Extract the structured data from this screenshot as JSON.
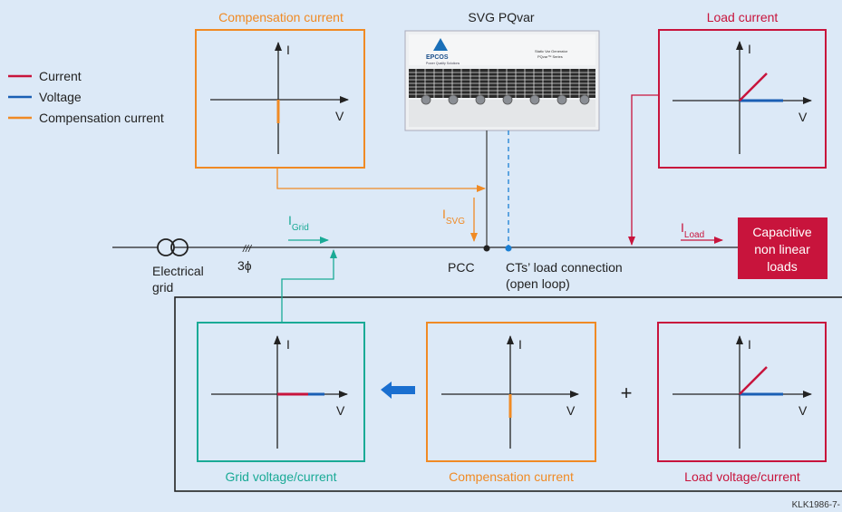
{
  "colors": {
    "background": "#dce9f7",
    "current": "#c8143c",
    "voltage": "#1a5fb4",
    "compensation": "#f08a24",
    "grid": "#1aaa96",
    "load_box": "#c8143c",
    "frame": "#222222"
  },
  "legend": {
    "current": "Current",
    "voltage": "Voltage",
    "compensation": "Compensation current"
  },
  "svg_device": {
    "title": "SVG PQvar",
    "brand": "EPCOS",
    "brand_sub": "Power Quality Solutions",
    "product": "Static Var Generator",
    "series": "PQvar™ Series"
  },
  "top_compensation": {
    "title": "Compensation current",
    "i_label": "I",
    "v_label": "V"
  },
  "top_load": {
    "title": "Load current",
    "i_label": "I",
    "v_label": "V"
  },
  "line": {
    "electrical_grid_1": "Electrical",
    "electrical_grid_2": "grid",
    "phase": "3ϕ",
    "phase_marks": "///",
    "i_grid": "I",
    "i_grid_sub": "Grid",
    "i_svg": "I",
    "i_svg_sub": "SVG",
    "i_load": "I",
    "i_load_sub": "Load",
    "pcc": "PCC",
    "cts_1": "CTs’ load connection",
    "cts_2": "(open loop)"
  },
  "load_block": {
    "line1": "Capacitive",
    "line2": "non linear",
    "line3": "loads"
  },
  "bottom": {
    "grid": {
      "title": "Grid voltage/current",
      "i_label": "I",
      "v_label": "V"
    },
    "compensation": {
      "title": "Compensation current",
      "i_label": "I",
      "v_label": "V"
    },
    "load": {
      "title": "Load voltage/current",
      "i_label": "I",
      "v_label": "V"
    },
    "plus": "+"
  },
  "code": "KLK1986-7-"
}
